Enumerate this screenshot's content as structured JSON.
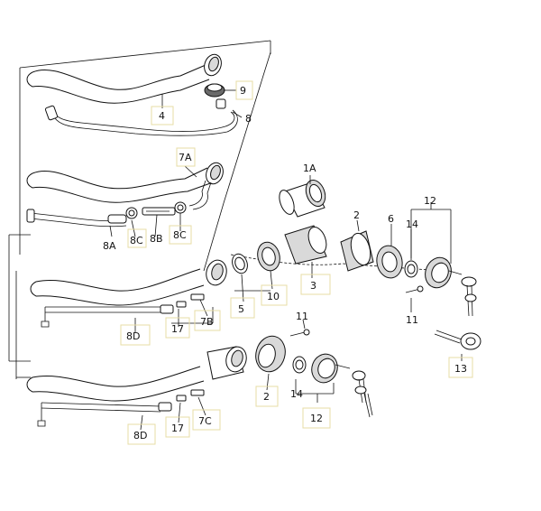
{
  "labels": {
    "l4": "4",
    "l9": "9",
    "l8": "8",
    "l7a": "7A",
    "l1a": "1A",
    "l8a": "8A",
    "l8c_top": "8C",
    "l8b": "8B",
    "l8c_right": "8C",
    "l2_top": "2",
    "l6": "6",
    "l14_top": "14",
    "l12_top": "12",
    "l5": "5",
    "l10": "10",
    "l3": "3",
    "l11_right": "11",
    "l8d_mid": "8D",
    "l17_mid": "17",
    "l7b": "7B",
    "l11_mid": "11",
    "l13": "13",
    "l2_bot": "2",
    "l14_bot": "14",
    "l12_bot": "12",
    "l8d_bot": "8D",
    "l17_bot": "17",
    "l7c": "7C"
  }
}
